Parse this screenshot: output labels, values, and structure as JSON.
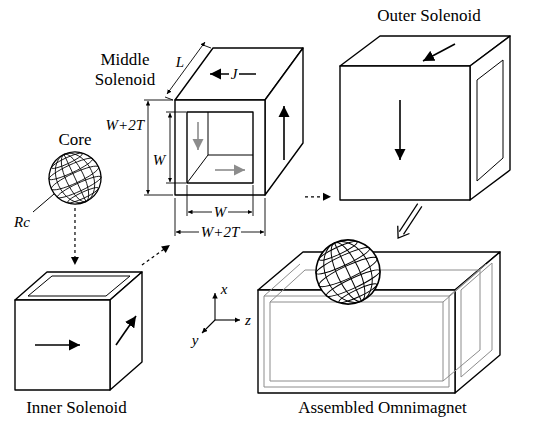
{
  "diagram": {
    "nodes": [
      {
        "text": [
          "Core"
        ]
      },
      {
        "text": [
          "Inner Solenoid"
        ]
      },
      {
        "text": [
          "Middle Solenoid"
        ]
      },
      {
        "text": [
          "Outer Solenoid"
        ]
      },
      {
        "text": [
          "Assembled Omnimagnet"
        ]
      }
    ],
    "edges": [
      {
        "from": 0,
        "to": 1,
        "arrow": "to"
      },
      {
        "from": 1,
        "to": 2,
        "arrow": "to"
      },
      {
        "from": 2,
        "to": 3,
        "arrow": "to"
      },
      {
        "from": 3,
        "to": 4,
        "arrow": "to"
      }
    ],
    "labels": [
      "Rc",
      "L",
      "J",
      "W+2T",
      "W",
      "W",
      "W+2T",
      "x",
      "y",
      "z"
    ]
  }
}
